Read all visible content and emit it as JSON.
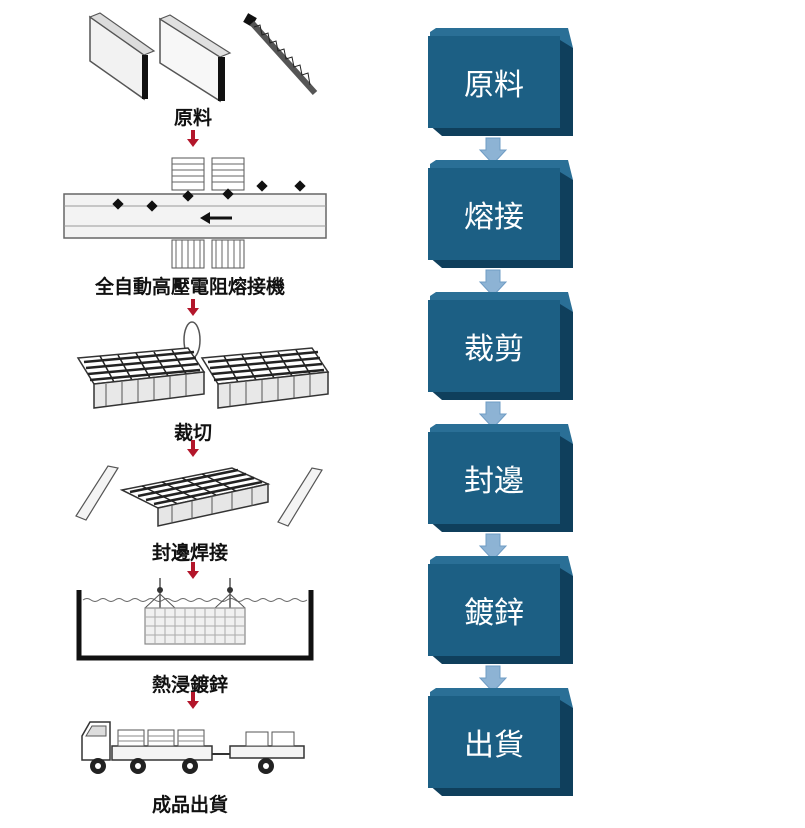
{
  "left_process": {
    "steps": [
      {
        "label": "原料"
      },
      {
        "label": "全自動高壓電阻熔接機"
      },
      {
        "label": "裁切"
      },
      {
        "label": "封邊焊接"
      },
      {
        "label": "熱浸鍍鋅"
      },
      {
        "label": "成品出貨"
      }
    ],
    "arrow_color": "#b3162b"
  },
  "right_flow": {
    "boxes": [
      {
        "label": "原料"
      },
      {
        "label": "熔接"
      },
      {
        "label": "裁剪"
      },
      {
        "label": "封邊"
      },
      {
        "label": "鍍鋅"
      },
      {
        "label": "出貨"
      }
    ],
    "box_color": "#1c5f84",
    "box_side_color": "#0f3f5c",
    "arrow_color": "#8db3d4"
  }
}
